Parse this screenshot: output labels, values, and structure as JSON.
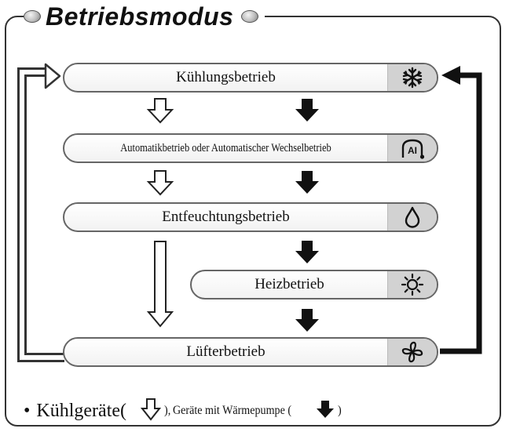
{
  "title": "Betriebsmodus",
  "modes": [
    {
      "label": "Kühlungsbetrieb",
      "icon": "snowflake-icon"
    },
    {
      "label": "Automatikbetrieb oder Automatischer Wechselbetrieb",
      "icon": "ai-auto-icon"
    },
    {
      "label": "Entfeuchtungsbetrieb",
      "icon": "water-drop-icon"
    },
    {
      "label": "Heizbetrieb",
      "icon": "sun-icon"
    },
    {
      "label": "Lüfterbetrieb",
      "icon": "fan-icon"
    }
  ],
  "legend": {
    "bullet": "•",
    "cooling_label": "Kühlgeräte(",
    "cooling_close": "),",
    "heatpump_label": "Geräte mit Wärmepumpe (",
    "heatpump_close": ")"
  },
  "colors": {
    "frame": "#333333",
    "icon_bg": "#d2d2d2",
    "arrow": "#111111"
  }
}
